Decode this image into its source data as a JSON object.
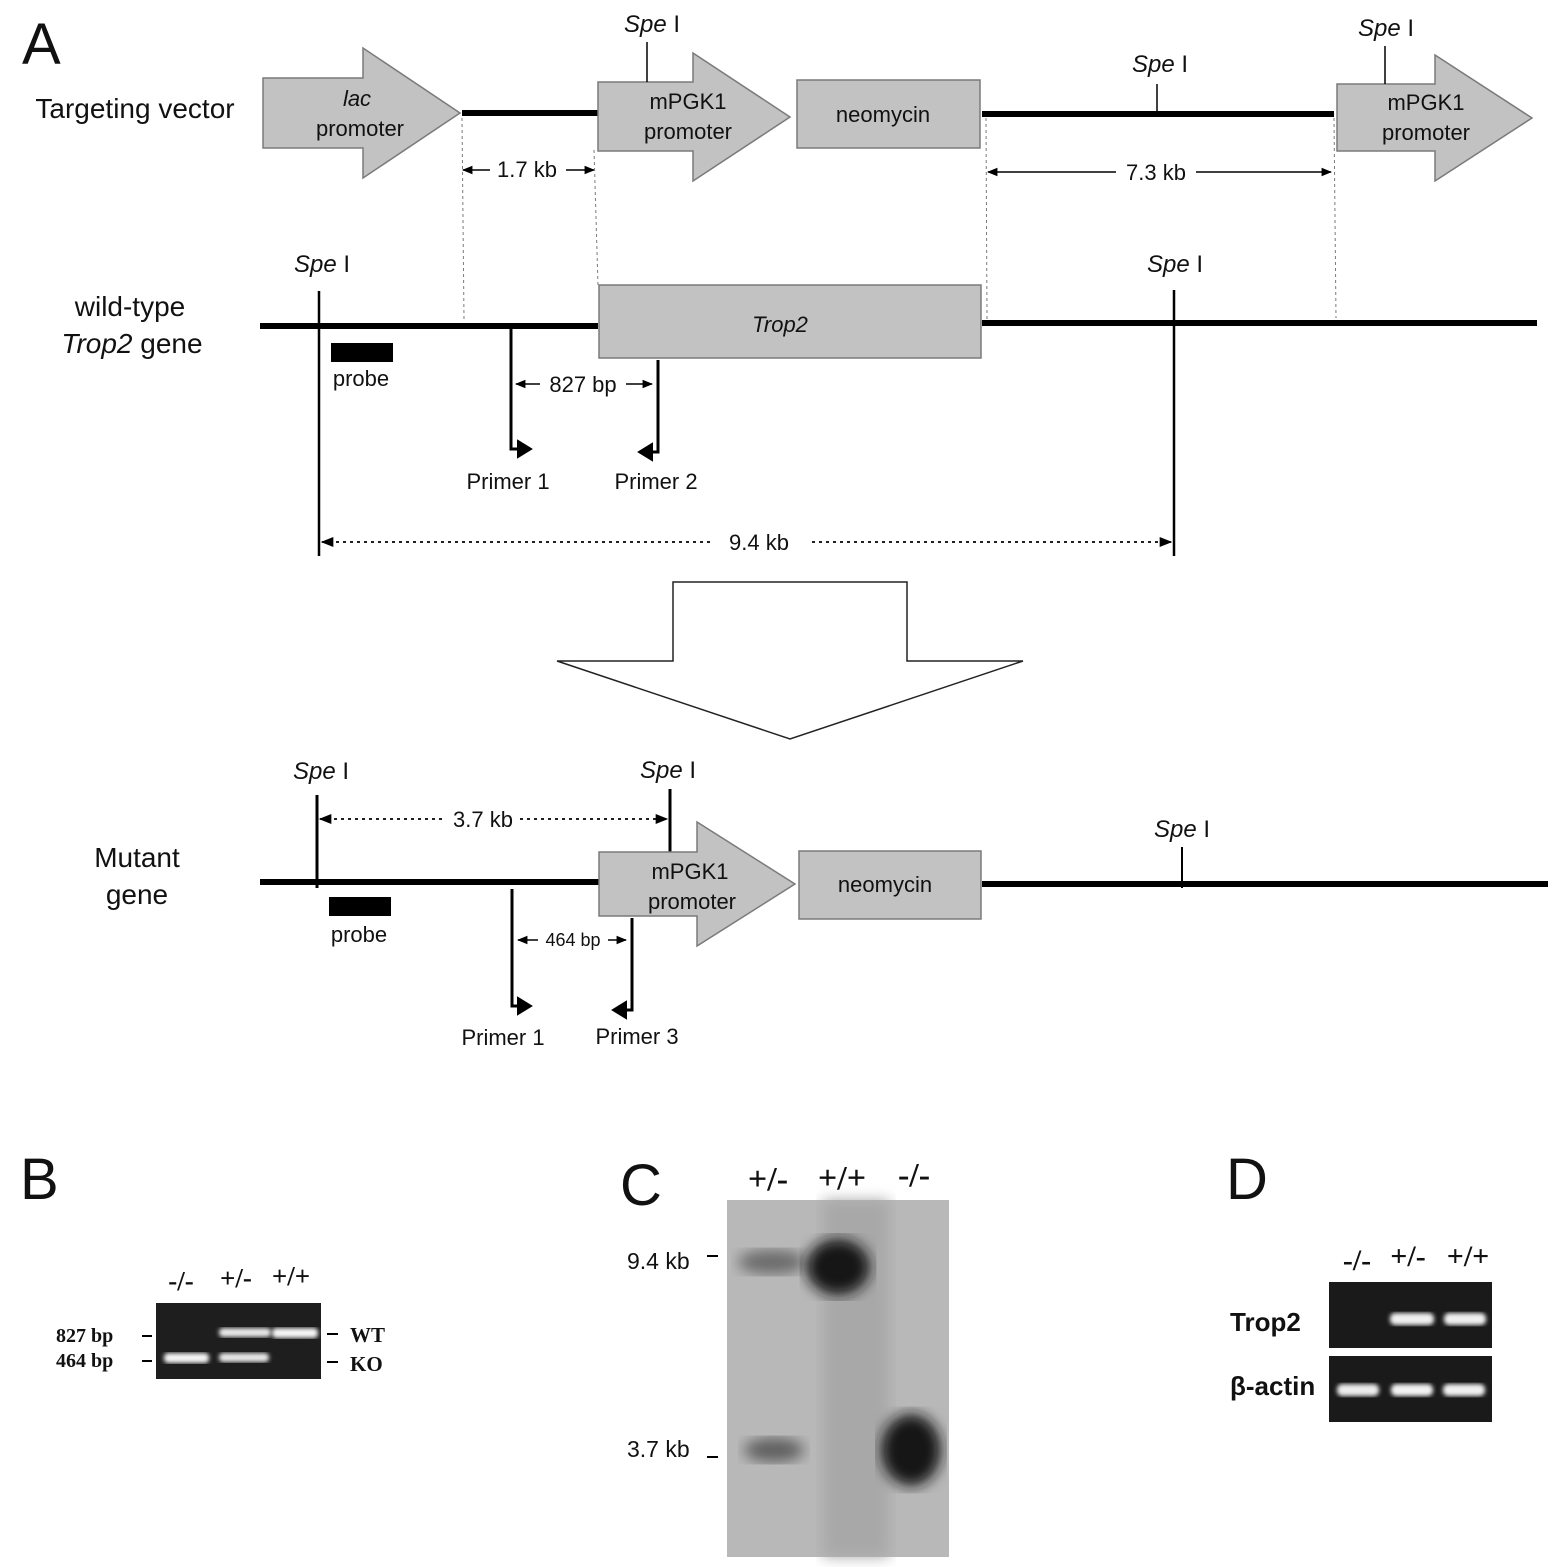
{
  "panel_a": {
    "letter": "A",
    "row_labels": {
      "targeting_vector": "Targeting vector",
      "wildtype_line1": "wild-type",
      "wildtype_gene_italic": "Trop2",
      "wildtype_gene_suffix": " gene",
      "mutant_line1": "Mutant",
      "mutant_line2": "gene"
    },
    "site_italic": "Spe",
    "site_suffix": " I",
    "lac": "lac",
    "promoter": "promoter",
    "mpgk1": "mPGK1",
    "neomycin": "neomycin",
    "trop2_box": "Trop2",
    "probe": "probe",
    "dist_1_7": "1.7 kb",
    "dist_7_3": "7.3 kb",
    "dist_827": "827 bp",
    "dist_9_4": "9.4 kb",
    "dist_3_7": "3.7 kb",
    "dist_464": "464 bp",
    "primer1": "Primer 1",
    "primer2": "Primer 2",
    "primer3": "Primer 3"
  },
  "panel_b": {
    "letter": "B",
    "lanes": [
      "-/-",
      "+/-",
      "+/+"
    ],
    "marker_827": "827 bp",
    "marker_464": "464 bp",
    "wt": "WT",
    "ko": "KO"
  },
  "panel_c": {
    "letter": "C",
    "lanes": [
      "+/-",
      "+/+",
      "-/-"
    ],
    "marker_9_4": "9.4 kb",
    "marker_3_7": "3.7 kb"
  },
  "panel_d": {
    "letter": "D",
    "lanes": [
      "-/-",
      "+/-",
      "+/+"
    ],
    "row1": "Trop2",
    "row2": "β-actin"
  }
}
